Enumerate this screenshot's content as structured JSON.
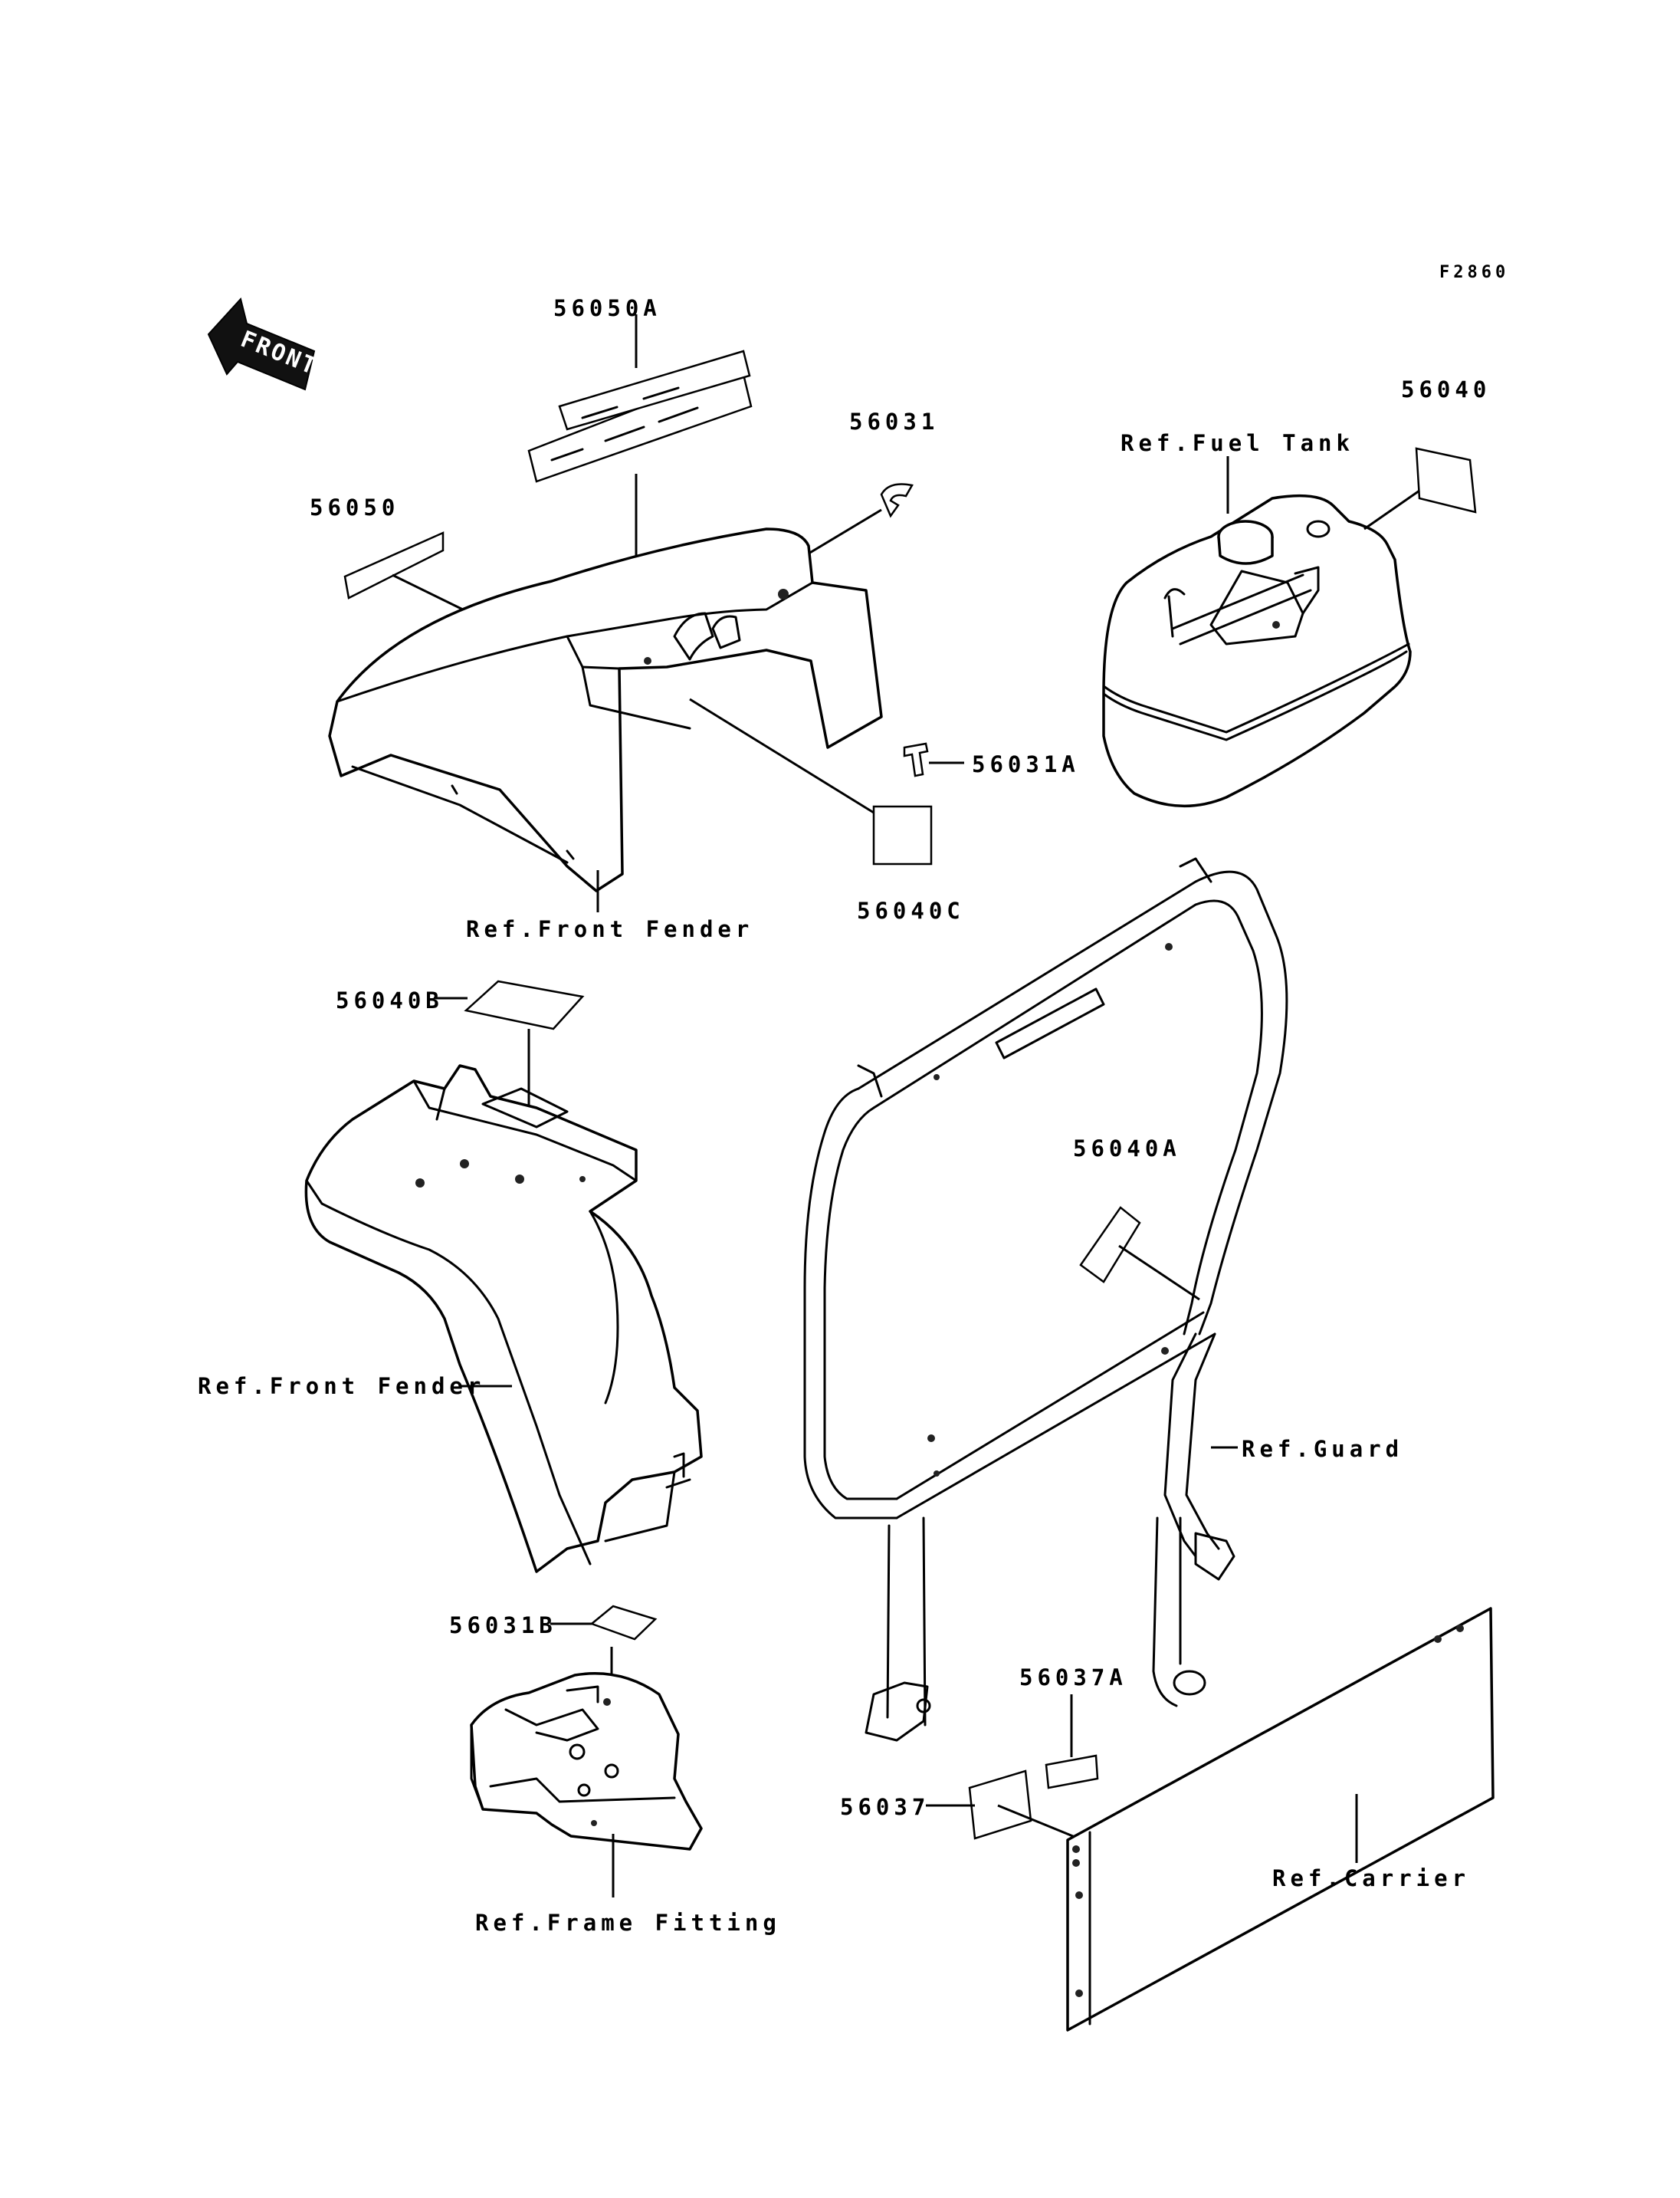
{
  "diagram": {
    "code": "F2860",
    "front_marker": "FRONT",
    "labels": {
      "p56050A": "56050A",
      "p56031": "56031",
      "p56040": "56040",
      "ref_fuel_tank": "Ref.Fuel Tank",
      "p56050": "56050",
      "p56031A": "56031A",
      "p56040C": "56040C",
      "ref_front_fender_top": "Ref.Front Fender",
      "p56040B": "56040B",
      "p56040A": "56040A",
      "ref_front_fender_mid": "Ref.Front Fender",
      "ref_guard": "Ref.Guard",
      "p56031B": "56031B",
      "p56037A": "56037A",
      "p56037": "56037",
      "ref_carrier": "Ref.Carrier",
      "ref_frame_fitting": "Ref.Frame Fitting"
    }
  }
}
